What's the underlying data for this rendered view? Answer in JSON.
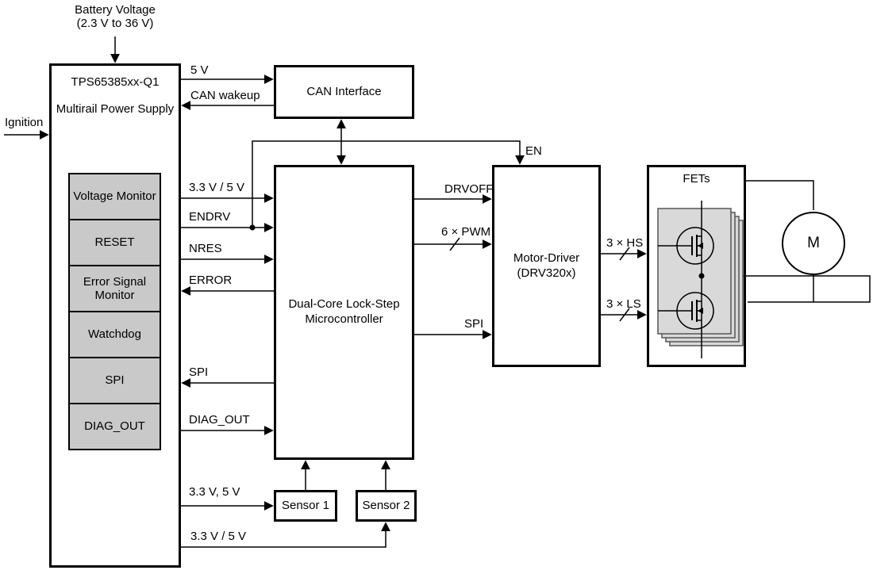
{
  "diagram": {
    "labels": {
      "battery1": "Battery Voltage",
      "battery2": "(2.3 V to 36 V)",
      "ignition": "Ignition"
    },
    "blocks": {
      "tps": {
        "title": "TPS65385xx-Q1",
        "subtitle": "Multirail Power Supply",
        "modules": [
          "Voltage Monitor",
          "RESET",
          "Error Signal Monitor",
          "Watchdog",
          "SPI",
          "DIAG_OUT"
        ]
      },
      "can": {
        "label": "CAN Interface"
      },
      "mcu": {
        "line1": "Dual-Core Lock-Step",
        "line2": "Microcontroller"
      },
      "driver": {
        "line1": "Motor-Driver",
        "line2": "(DRV320x)"
      },
      "fets": {
        "label": "FETs"
      },
      "motor": {
        "label": "M"
      },
      "sensor1": {
        "label": "Sensor 1"
      },
      "sensor2": {
        "label": "Sensor 2"
      }
    },
    "signals": {
      "v5": "5 V",
      "can_wakeup": "CAN wakeup",
      "rail_33_5": "3.3 V / 5 V",
      "endrv": "ENDRV",
      "nres": "NRES",
      "error": "ERROR",
      "spi_pmic": "SPI",
      "diag_out": "DIAG_OUT",
      "en": "EN",
      "drvoff": "DRVOFF",
      "pwm6": "6 × PWM",
      "spi_drv": "SPI",
      "hs3": "3 × HS",
      "ls3": "3 × LS",
      "sensor_rail": "3.3 V, 5 V",
      "sensor2_rail": "3.3 V / 5 V"
    },
    "colors": {
      "wire": "#000000",
      "module_fill": "#c9c9c9",
      "card_fill": "#d9d9d9",
      "background": "#ffffff"
    }
  }
}
